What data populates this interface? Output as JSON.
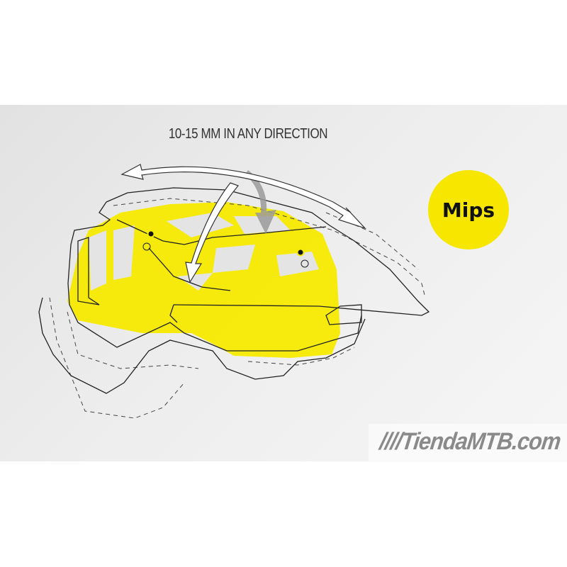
{
  "caption": "10-15 MM IN ANY DIRECTION",
  "badge": {
    "label": "Mips",
    "color": "#f7e600"
  },
  "watermark": "////TiendaMTB.com",
  "colors": {
    "liner": "#f5ea00",
    "outline": "#222222",
    "arrow_fill": "#ffffff",
    "arrow_gray": "#9a9a9a"
  }
}
